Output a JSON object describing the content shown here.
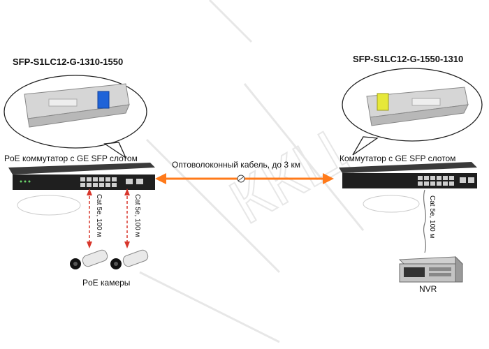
{
  "left_module": {
    "model": "SFP-S1LC12-G-1310-1550"
  },
  "right_module": {
    "model": "SFP-S1LC12-G-1550-1310"
  },
  "left_switch": {
    "caption": "PoE коммутатор с GE SFP слотом"
  },
  "right_switch": {
    "caption": "Коммутатор с GE SFP слотом"
  },
  "fiber_link": {
    "caption": "Оптоволоконный кабель, до 3 км"
  },
  "copper_links": [
    {
      "caption": "Cat 5e, 100 м"
    },
    {
      "caption": "Cat 5e, 100 м"
    },
    {
      "caption": "Cat 5e, 100 м"
    }
  ],
  "cameras": {
    "caption": "PoE камеры"
  },
  "nvr": {
    "caption": "NVR"
  },
  "watermark": {
    "text": "ККЦ"
  },
  "colors": {
    "fiber": "#ff7a1a",
    "copper": "#d8362b",
    "bubble_stroke": "#222222"
  }
}
